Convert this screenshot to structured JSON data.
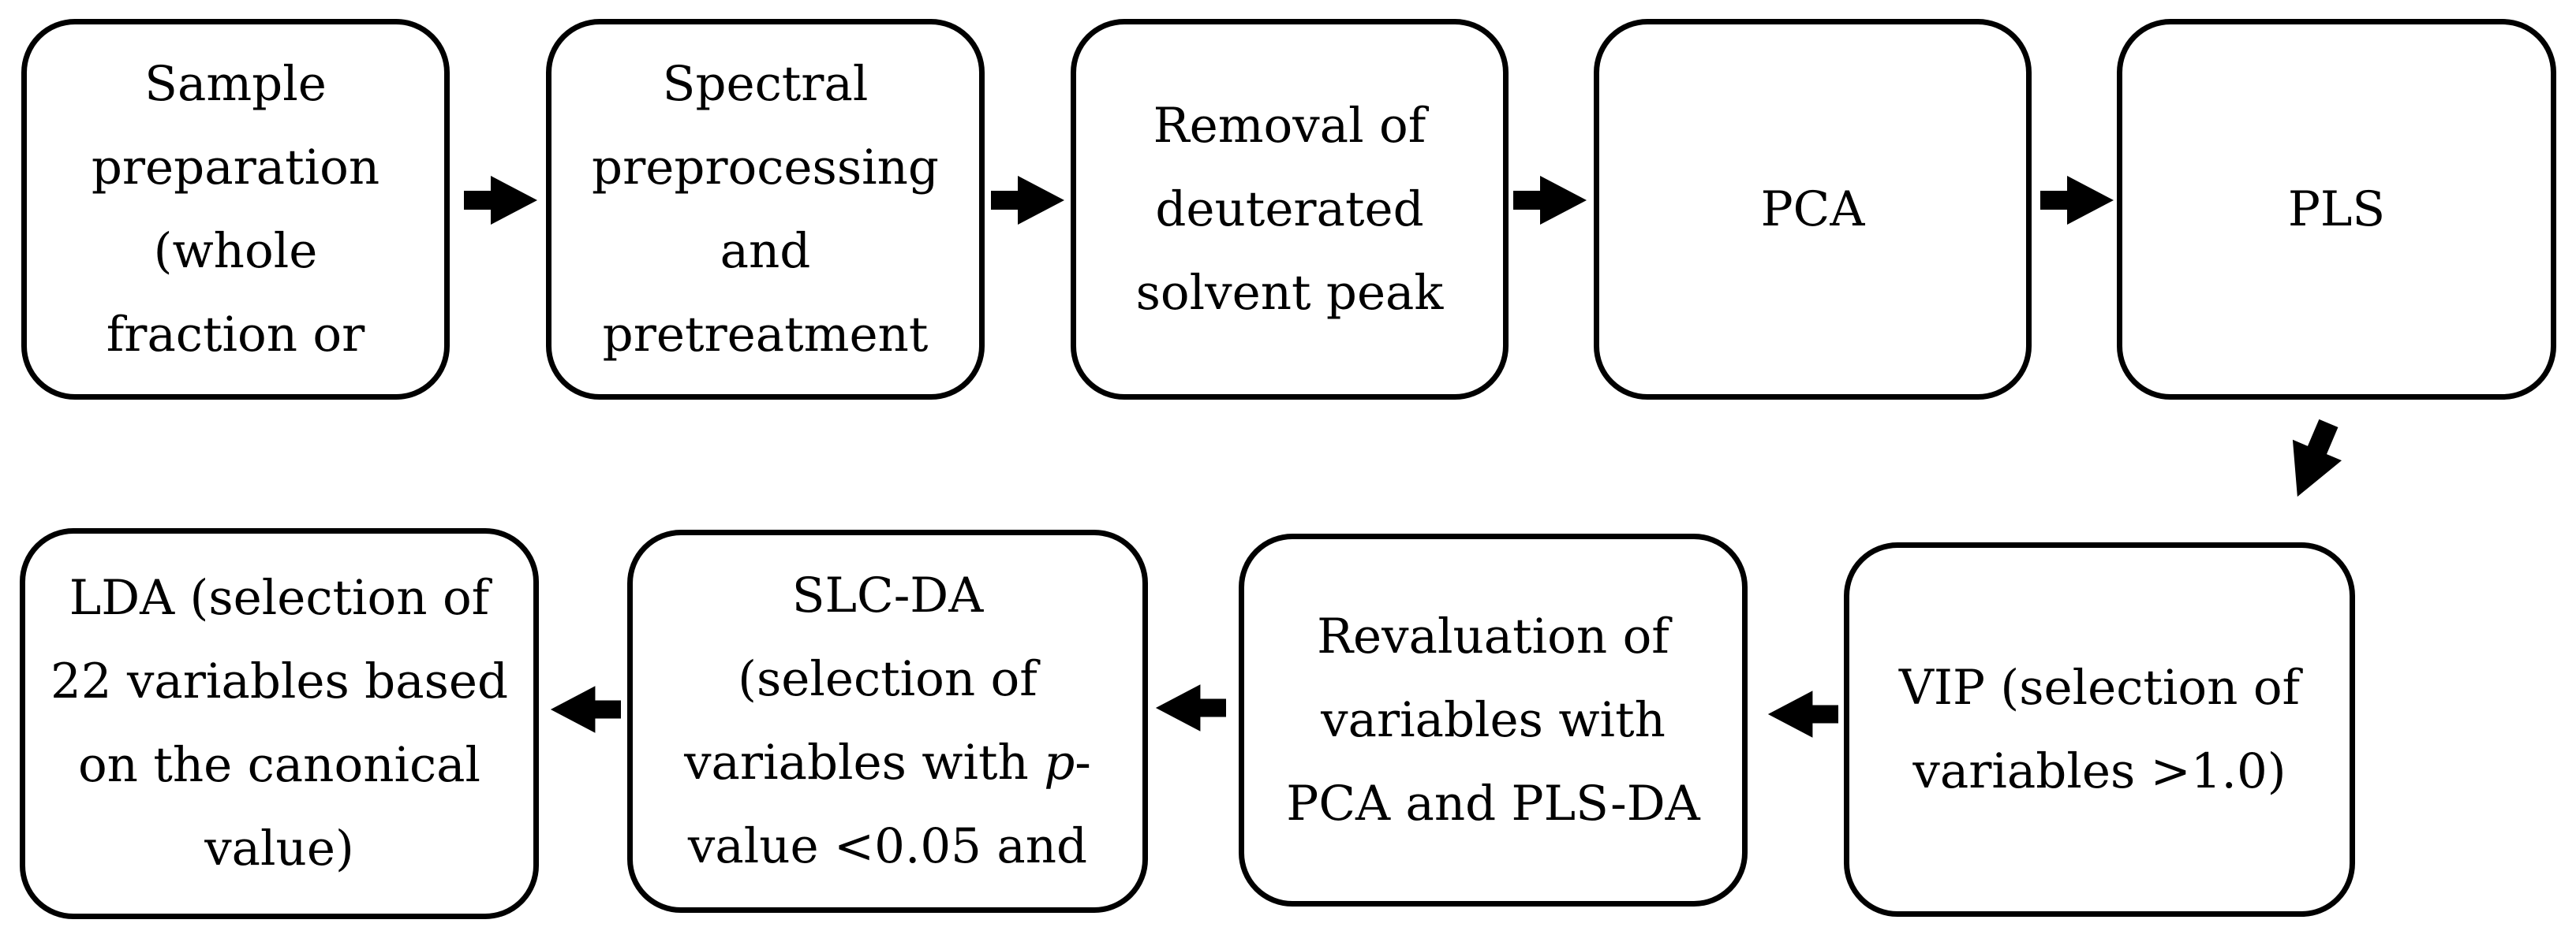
{
  "colors": {
    "background": "#ffffff",
    "box_border": "#000000",
    "text": "#000000",
    "arrow": "#000000"
  },
  "boxes": {
    "sample_preparation": {
      "label": "Sample preparation (whole fraction or",
      "lines": [
        "Sample",
        "preparation",
        "(whole",
        "fraction or"
      ]
    },
    "spectral_preprocessing": {
      "label": "Spectral preprocessing and pretreatment",
      "lines": [
        "Spectral",
        "preprocessing",
        "and",
        "pretreatment"
      ]
    },
    "solvent_peak_removal": {
      "label": "Removal of deuterated solvent peak",
      "lines": [
        "Removal of",
        "deuterated",
        "solvent peak"
      ]
    },
    "pca": {
      "label": "PCA",
      "lines": [
        "PCA"
      ]
    },
    "pls": {
      "label": "PLS",
      "lines": [
        "PLS"
      ]
    },
    "vip": {
      "label": "VIP (selection of variables >1.0)",
      "lines": [
        "VIP (selection of",
        "variables >1.0)"
      ]
    },
    "revaluation": {
      "label": "Revaluation of variables with PCA and PLS-DA",
      "lines": [
        "Revaluation of",
        "variables with",
        "PCA and PLS-DA"
      ]
    },
    "slc_da": {
      "label": "SLC-DA (selection of variables with p-value <0.05 and",
      "line1": "SLC-DA",
      "line2": "(selection of",
      "line3_before_italic": "variables with ",
      "line3_italic": "p",
      "line3_after_italic": "-",
      "line4": "value <0.05 and"
    },
    "lda": {
      "label": "LDA (selection of 22 variables based on the canonical value)",
      "lines": [
        "LDA (selection of",
        "22 variables based",
        "on the canonical",
        "value)"
      ]
    }
  },
  "arrows": [
    {
      "from": "sample_preparation",
      "to": "spectral_preprocessing",
      "direction": "right"
    },
    {
      "from": "spectral_preprocessing",
      "to": "solvent_peak_removal",
      "direction": "right"
    },
    {
      "from": "solvent_peak_removal",
      "to": "pca",
      "direction": "right"
    },
    {
      "from": "pca",
      "to": "pls",
      "direction": "right"
    },
    {
      "from": "pls",
      "to": "vip",
      "direction": "down-left"
    },
    {
      "from": "vip",
      "to": "revaluation",
      "direction": "left"
    },
    {
      "from": "revaluation",
      "to": "slc_da",
      "direction": "left"
    },
    {
      "from": "slc_da",
      "to": "lda",
      "direction": "left"
    }
  ]
}
